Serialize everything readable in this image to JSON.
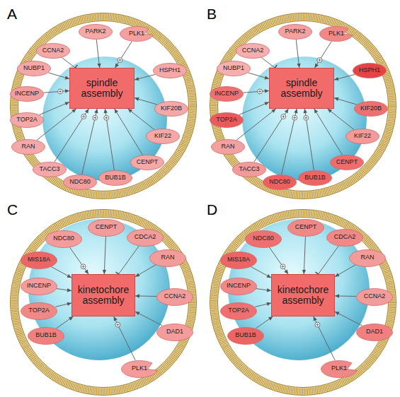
{
  "diagram": {
    "nodes": [
      {
        "text": [
          "spindle assembly"
        ]
      },
      {
        "text": [
          "CCNA2"
        ]
      },
      {
        "text": [
          "PARK2"
        ]
      },
      {
        "text": [
          "PLK1"
        ]
      },
      {
        "text": [
          "HSPH1"
        ]
      },
      {
        "text": [
          "KIF20B"
        ]
      },
      {
        "text": [
          "KIF22"
        ]
      },
      {
        "text": [
          "CENPT"
        ]
      },
      {
        "text": [
          "BUB1B"
        ]
      },
      {
        "text": [
          "NDC80"
        ]
      },
      {
        "text": [
          "TACC3"
        ]
      },
      {
        "text": [
          "RAN"
        ]
      },
      {
        "text": [
          "TOP2A"
        ]
      },
      {
        "text": [
          "INCENP"
        ]
      },
      {
        "text": [
          "NUBP1"
        ]
      },
      {
        "text": [
          "spindle assembly"
        ]
      },
      {
        "text": [
          "CCNA2"
        ]
      },
      {
        "text": [
          "PARK2"
        ]
      },
      {
        "text": [
          "PLK1"
        ]
      },
      {
        "text": [
          "HSPH1"
        ]
      },
      {
        "text": [
          "KIF20B"
        ]
      },
      {
        "text": [
          "KIF22"
        ]
      },
      {
        "text": [
          "CENPT"
        ]
      },
      {
        "text": [
          "BUB1B"
        ]
      },
      {
        "text": [
          "NDC80"
        ]
      },
      {
        "text": [
          "TACC3"
        ]
      },
      {
        "text": [
          "RAN"
        ]
      },
      {
        "text": [
          "TOP2A"
        ]
      },
      {
        "text": [
          "INCENP"
        ]
      },
      {
        "text": [
          "NUBP1"
        ]
      },
      {
        "text": [
          "kinetochore assembly"
        ]
      },
      {
        "text": [
          "CENPT"
        ]
      },
      {
        "text": [
          "CDCA2"
        ]
      },
      {
        "text": [
          "RAN"
        ]
      },
      {
        "text": [
          "CCNA2"
        ]
      },
      {
        "text": [
          "DAD1"
        ]
      },
      {
        "text": [
          "PLK1"
        ]
      },
      {
        "text": [
          "BUB1B"
        ]
      },
      {
        "text": [
          "TOP2A"
        ]
      },
      {
        "text": [
          "INCENP"
        ]
      },
      {
        "text": [
          "MIS18A"
        ]
      },
      {
        "text": [
          "NDC80"
        ]
      },
      {
        "text": [
          "kinetochore assembly"
        ]
      },
      {
        "text": [
          "CENPT"
        ]
      },
      {
        "text": [
          "CDCA2"
        ]
      },
      {
        "text": [
          "RAN"
        ]
      },
      {
        "text": [
          "CCNA2"
        ]
      },
      {
        "text": [
          "DAD1"
        ]
      },
      {
        "text": [
          "PLK1"
        ]
      },
      {
        "text": [
          "BUB1B"
        ]
      },
      {
        "text": [
          "TOP2A"
        ]
      },
      {
        "text": [
          "INCENP"
        ]
      },
      {
        "text": [
          "MIS18A"
        ]
      },
      {
        "text": [
          "NDC80"
        ]
      }
    ],
    "edges": [
      {
        "from": 1,
        "to": 0,
        "arrow": "to"
      },
      {
        "from": 2,
        "to": 0,
        "arrow": "to"
      },
      {
        "from": 3,
        "to": 0,
        "arrow": "to"
      },
      {
        "from": 4,
        "to": 0,
        "arrow": "to"
      },
      {
        "from": 5,
        "to": 0,
        "arrow": "to"
      },
      {
        "from": 6,
        "to": 0,
        "arrow": "to"
      },
      {
        "from": 7,
        "to": 0,
        "arrow": "to"
      },
      {
        "from": 8,
        "to": 0,
        "arrow": "to"
      },
      {
        "from": 9,
        "to": 0,
        "arrow": "to"
      },
      {
        "from": 10,
        "to": 0,
        "arrow": "to"
      },
      {
        "from": 11,
        "to": 0,
        "arrow": "to"
      },
      {
        "from": 12,
        "to": 0,
        "arrow": "to"
      },
      {
        "from": 13,
        "to": 0,
        "arrow": "to"
      },
      {
        "from": 14,
        "to": 0,
        "arrow": "to"
      },
      {
        "from": 16,
        "to": 15,
        "arrow": "to"
      },
      {
        "from": 17,
        "to": 15,
        "arrow": "to"
      },
      {
        "from": 18,
        "to": 15,
        "arrow": "to"
      },
      {
        "from": 19,
        "to": 15,
        "arrow": "to"
      },
      {
        "from": 20,
        "to": 15,
        "arrow": "to"
      },
      {
        "from": 21,
        "to": 15,
        "arrow": "to"
      },
      {
        "from": 22,
        "to": 15,
        "arrow": "to"
      },
      {
        "from": 23,
        "to": 15,
        "arrow": "to"
      },
      {
        "from": 24,
        "to": 15,
        "arrow": "to"
      },
      {
        "from": 25,
        "to": 15,
        "arrow": "to"
      },
      {
        "from": 26,
        "to": 15,
        "arrow": "to"
      },
      {
        "from": 27,
        "to": 15,
        "arrow": "to"
      },
      {
        "from": 28,
        "to": 15,
        "arrow": "to"
      },
      {
        "from": 29,
        "to": 15,
        "arrow": "to"
      },
      {
        "from": 31,
        "to": 30,
        "arrow": "to"
      },
      {
        "from": 32,
        "to": 30,
        "arrow": "to"
      },
      {
        "from": 33,
        "to": 30,
        "arrow": "to"
      },
      {
        "from": 34,
        "to": 30,
        "arrow": "to"
      },
      {
        "from": 35,
        "to": 30,
        "arrow": "to"
      },
      {
        "from": 36,
        "to": 30,
        "arrow": "to"
      },
      {
        "from": 37,
        "to": 30,
        "arrow": "to"
      },
      {
        "from": 38,
        "to": 30,
        "arrow": "to"
      },
      {
        "from": 39,
        "to": 30,
        "arrow": "to"
      },
      {
        "from": 40,
        "to": 30,
        "arrow": "to"
      },
      {
        "from": 41,
        "to": 30,
        "arrow": "to"
      },
      {
        "from": 43,
        "to": 42,
        "arrow": "to"
      },
      {
        "from": 44,
        "to": 42,
        "arrow": "to"
      },
      {
        "from": 45,
        "to": 42,
        "arrow": "to"
      },
      {
        "from": 46,
        "to": 42,
        "arrow": "to"
      },
      {
        "from": 47,
        "to": 42,
        "arrow": "to"
      },
      {
        "from": 48,
        "to": 42,
        "arrow": "to"
      },
      {
        "from": 49,
        "to": 42,
        "arrow": "to"
      },
      {
        "from": 50,
        "to": 42,
        "arrow": "to"
      },
      {
        "from": 51,
        "to": 42,
        "arrow": "to"
      },
      {
        "from": 52,
        "to": 42,
        "arrow": "to"
      },
      {
        "from": 53,
        "to": 42,
        "arrow": "to"
      }
    ],
    "labels": [
      "A",
      "B",
      "C",
      "D"
    ]
  }
}
